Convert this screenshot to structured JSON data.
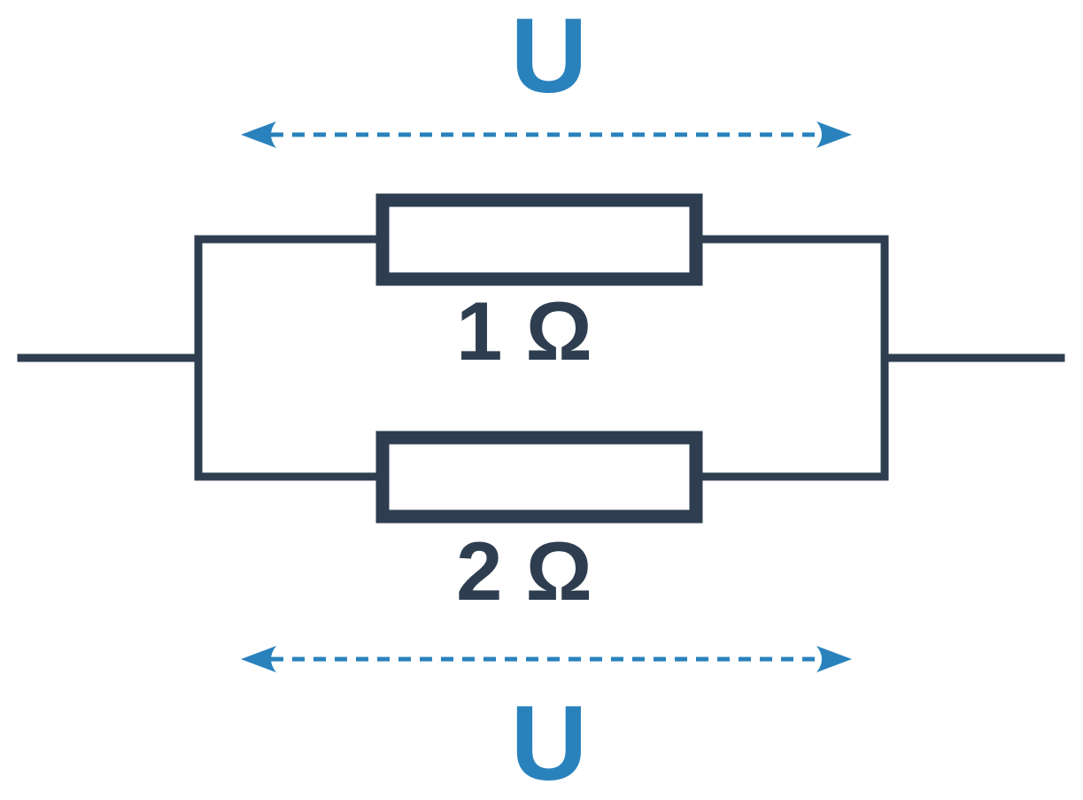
{
  "diagram": {
    "top_voltage_label": "U",
    "bottom_voltage_label": "U",
    "resistors": [
      {
        "label": "1 Ω",
        "value_ohm": 1
      },
      {
        "label": "2 Ω",
        "value_ohm": 2
      }
    ],
    "colors": {
      "wire": "#2e3e50",
      "voltage": "#2a82bd",
      "background": "#ffffff"
    }
  }
}
